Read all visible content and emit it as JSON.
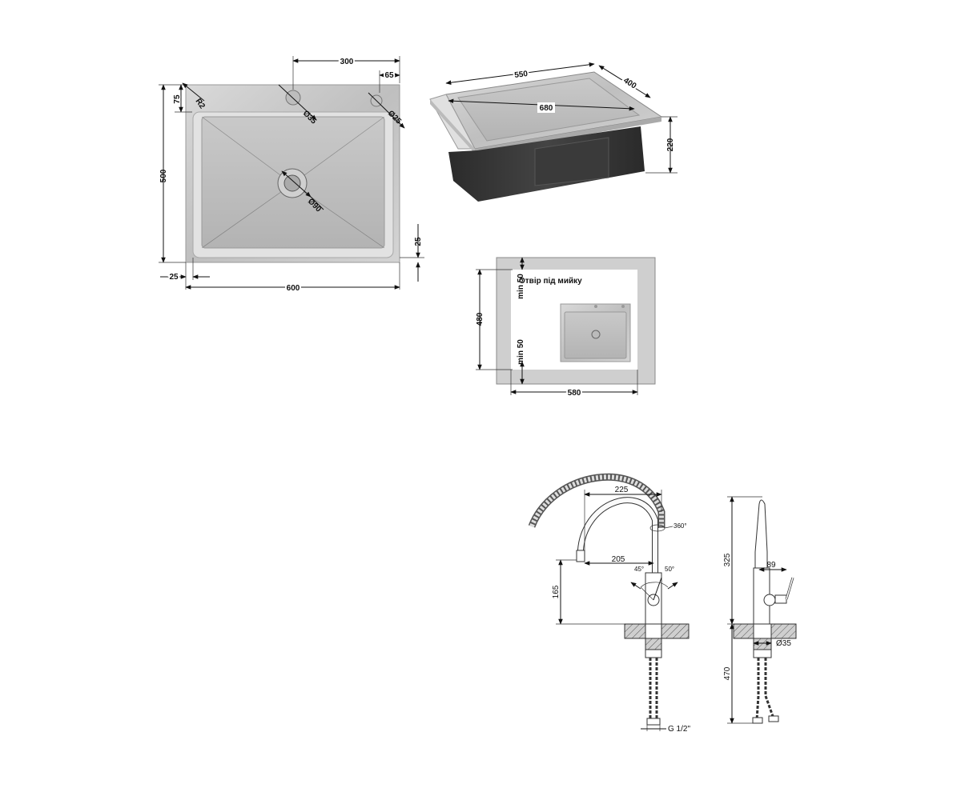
{
  "sink_top": {
    "width": "600",
    "depth": "500",
    "hole_spacing": "300",
    "hole_offset": "65",
    "edge_offset": "75",
    "radius": "R2",
    "hole1": "Ø35",
    "hole2": "Ø25",
    "drain": "Ø90",
    "rim_side": "25",
    "rim_front": "25"
  },
  "sink_iso": {
    "length": "550",
    "width": "400",
    "diagonal": "680",
    "height": "220"
  },
  "cutout": {
    "title": "Отвір під мийку",
    "min_top": "min 50",
    "min_bottom": "min 50",
    "height": "480",
    "width": "580"
  },
  "faucet_front": {
    "spout_reach": "225",
    "reach": "205",
    "swivel": "360°",
    "angle_left": "45°",
    "angle_right": "50°",
    "height": "165",
    "thread": "G 1/2\""
  },
  "faucet_side": {
    "height": "325",
    "offset": "89",
    "hole": "Ø35",
    "hose": "470"
  }
}
